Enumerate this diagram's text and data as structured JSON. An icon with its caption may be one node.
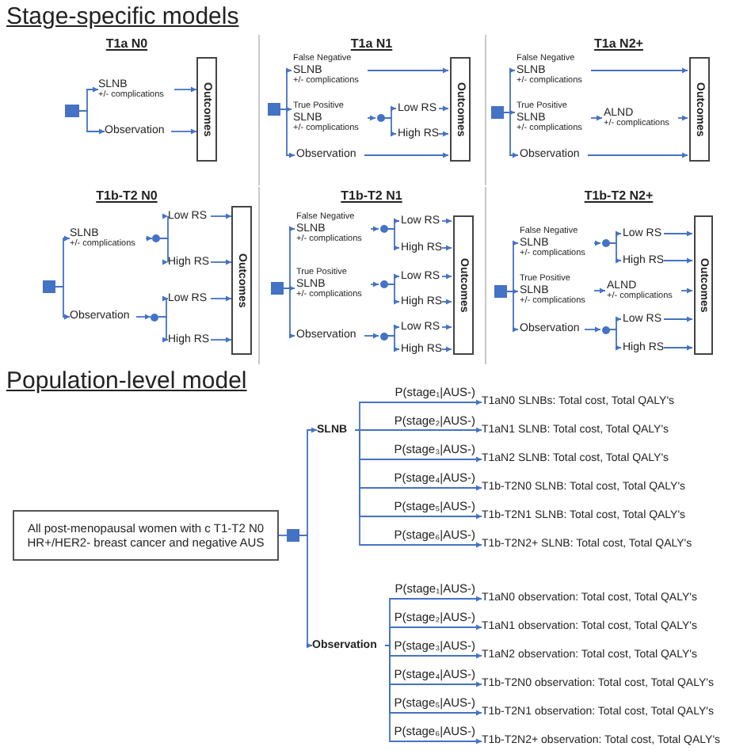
{
  "diagram": {
    "nodes": [
      {
        "text": [
          "T1a N0"
        ]
      },
      {
        "text": [],
        "shape": "box",
        "in": 0
      },
      {
        "text": [
          "SLNB",
          "+/- complications"
        ],
        "in": 0
      },
      {
        "text": [
          "Observation"
        ],
        "in": 0
      },
      {
        "text": [
          "Outcomes"
        ],
        "in": 0
      },
      {
        "text": [
          "T1a N1"
        ]
      },
      {
        "text": [],
        "shape": "box",
        "in": 5
      },
      {
        "text": [
          "False Negative",
          "SLNB",
          "+/- complications"
        ],
        "in": 5
      },
      {
        "text": [
          "True Positive",
          "SLNB",
          "+/- complications"
        ],
        "in": 5
      },
      {
        "text": [],
        "shape": "point",
        "in": 5
      },
      {
        "text": [
          "Low RS"
        ],
        "in": 5
      },
      {
        "text": [
          "High RS"
        ],
        "in": 5
      },
      {
        "text": [
          "Observation"
        ],
        "in": 5
      },
      {
        "text": [
          "Outcomes"
        ],
        "in": 5
      },
      {
        "text": [
          "T1a N2+"
        ]
      },
      {
        "text": [],
        "shape": "box",
        "in": 14
      },
      {
        "text": [
          "False Negative",
          "SLNB",
          "+/- complications"
        ],
        "in": 14
      },
      {
        "text": [
          "True Positive",
          "SLNB",
          "+/- complications"
        ],
        "in": 14
      },
      {
        "text": [
          "ALND",
          "+/- complications"
        ],
        "in": 14
      },
      {
        "text": [
          "Observation"
        ],
        "in": 14
      },
      {
        "text": [
          "Outcomes"
        ],
        "in": 14
      },
      {
        "text": [
          "T1b-T2 N0"
        ]
      },
      {
        "text": [],
        "shape": "box",
        "in": 21
      },
      {
        "text": [
          "SLNB",
          "+/- complications"
        ],
        "in": 21
      },
      {
        "text": [],
        "shape": "point",
        "in": 21
      },
      {
        "text": [
          "Low RS"
        ],
        "in": 21
      },
      {
        "text": [
          "High RS"
        ],
        "in": 21
      },
      {
        "text": [
          "Observation"
        ],
        "in": 21
      },
      {
        "text": [],
        "shape": "point",
        "in": 21
      },
      {
        "text": [
          "Low RS"
        ],
        "in": 21
      },
      {
        "text": [
          "High RS"
        ],
        "in": 21
      },
      {
        "text": [
          "Outcomes"
        ],
        "in": 21
      },
      {
        "text": [
          "T1b-T2 N1"
        ]
      },
      {
        "text": [],
        "shape": "box",
        "in": 32
      },
      {
        "text": [
          "False Negative",
          "SLNB",
          "+/- complications"
        ],
        "in": 32
      },
      {
        "text": [],
        "shape": "point",
        "in": 32
      },
      {
        "text": [
          "Low RS"
        ],
        "in": 32
      },
      {
        "text": [
          "High RS"
        ],
        "in": 32
      },
      {
        "text": [
          "True Positive",
          "SLNB",
          "+/- complications"
        ],
        "in": 32
      },
      {
        "text": [],
        "shape": "point",
        "in": 32
      },
      {
        "text": [
          "Low RS"
        ],
        "in": 32
      },
      {
        "text": [
          "High RS"
        ],
        "in": 32
      },
      {
        "text": [
          "Observation"
        ],
        "in": 32
      },
      {
        "text": [],
        "shape": "point",
        "in": 32
      },
      {
        "text": [
          "Low RS"
        ],
        "in": 32
      },
      {
        "text": [
          "High RS"
        ],
        "in": 32
      },
      {
        "text": [
          "Outcomes"
        ],
        "in": 32
      },
      {
        "text": [
          "T1b-T2 N2+"
        ]
      },
      {
        "text": [],
        "shape": "box",
        "in": 47
      },
      {
        "text": [
          "False Negative",
          "SLNB",
          "+/- complications"
        ],
        "in": 47
      },
      {
        "text": [],
        "shape": "point",
        "in": 47
      },
      {
        "text": [
          "Low RS"
        ],
        "in": 47
      },
      {
        "text": [
          "High RS"
        ],
        "in": 47
      },
      {
        "text": [
          "True Positive",
          "SLNB",
          "+/- complications"
        ],
        "in": 47
      },
      {
        "text": [
          "ALND",
          "+/- complications"
        ],
        "in": 47
      },
      {
        "text": [
          "Observation"
        ],
        "in": 47
      },
      {
        "text": [],
        "shape": "point",
        "in": 47
      },
      {
        "text": [
          "Low RS"
        ],
        "in": 47
      },
      {
        "text": [
          "High RS"
        ],
        "in": 47
      },
      {
        "text": [
          "Outcomes"
        ],
        "in": 47
      },
      {
        "text": [
          "All post-menopausal women with c T1-T2 N0 HR+/HER2- breast cancer and negative AUS"
        ]
      },
      {
        "text": [],
        "shape": "box"
      },
      {
        "text": [
          "SLNB"
        ]
      },
      {
        "text": [
          "Observation"
        ]
      },
      {
        "text": [
          "T1aN0 SLNBs: Total cost, Total QALY's"
        ]
      },
      {
        "text": [
          "T1aN1 SLNB: Total cost, Total QALY's"
        ]
      },
      {
        "text": [
          "T1aN2 SLNB: Total cost, Total QALY's"
        ]
      },
      {
        "text": [
          "T1b-T2N0 SLNB: Total cost, Total QALY's"
        ]
      },
      {
        "text": [
          "T1b-T2N1 SLNB: Total cost, Total QALY's"
        ]
      },
      {
        "text": [
          "T1b-T2N2+ SLNB: Total cost, Total QALY's"
        ]
      },
      {
        "text": [
          "T1aN0 observation: Total cost, Total QALY's"
        ]
      },
      {
        "text": [
          "T1aN1 observation: Total cost, Total QALY's"
        ]
      },
      {
        "text": [
          "T1aN2 observation: Total cost, Total QALY's"
        ]
      },
      {
        "text": [
          "T1b-T2N0 observation: Total cost, Total QALY's"
        ]
      },
      {
        "text": [
          "T1b-T2N1 observation: Total cost, Total QALY's"
        ]
      },
      {
        "text": [
          "T1b-T2N2+ observation: Total cost, Total QALY's"
        ]
      }
    ],
    "edges": [
      {
        "from": 1,
        "to": 2,
        "arrow": "to"
      },
      {
        "from": 1,
        "to": 3,
        "arrow": "to"
      },
      {
        "from": 2,
        "to": 4,
        "arrow": "to"
      },
      {
        "from": 3,
        "to": 4,
        "arrow": "to"
      },
      {
        "from": 6,
        "to": 7,
        "arrow": "to"
      },
      {
        "from": 6,
        "to": 8,
        "arrow": "to"
      },
      {
        "from": 6,
        "to": 12,
        "arrow": "to"
      },
      {
        "from": 7,
        "to": 13,
        "arrow": "to"
      },
      {
        "from": 8,
        "to": 9,
        "arrow": "to"
      },
      {
        "from": 9,
        "to": 10,
        "arrow": "to"
      },
      {
        "from": 9,
        "to": 11,
        "arrow": "to"
      },
      {
        "from": 10,
        "to": 13,
        "arrow": "to"
      },
      {
        "from": 11,
        "to": 13,
        "arrow": "to"
      },
      {
        "from": 12,
        "to": 13,
        "arrow": "to"
      },
      {
        "from": 15,
        "to": 16,
        "arrow": "to"
      },
      {
        "from": 15,
        "to": 17,
        "arrow": "to"
      },
      {
        "from": 15,
        "to": 19,
        "arrow": "to"
      },
      {
        "from": 16,
        "to": 20,
        "arrow": "to"
      },
      {
        "from": 17,
        "to": 18,
        "arrow": "to"
      },
      {
        "from": 18,
        "to": 20,
        "arrow": "to"
      },
      {
        "from": 19,
        "to": 20,
        "arrow": "to"
      },
      {
        "from": 22,
        "to": 23,
        "arrow": "to"
      },
      {
        "from": 22,
        "to": 27,
        "arrow": "to"
      },
      {
        "from": 23,
        "to": 24,
        "arrow": "to"
      },
      {
        "from": 24,
        "to": 25,
        "arrow": "to"
      },
      {
        "from": 24,
        "to": 26,
        "arrow": "to"
      },
      {
        "from": 25,
        "to": 31,
        "arrow": "to"
      },
      {
        "from": 26,
        "to": 31,
        "arrow": "to"
      },
      {
        "from": 27,
        "to": 28,
        "arrow": "to"
      },
      {
        "from": 28,
        "to": 29,
        "arrow": "to"
      },
      {
        "from": 28,
        "to": 30,
        "arrow": "to"
      },
      {
        "from": 29,
        "to": 31,
        "arrow": "to"
      },
      {
        "from": 30,
        "to": 31,
        "arrow": "to"
      },
      {
        "from": 33,
        "to": 34,
        "arrow": "to"
      },
      {
        "from": 33,
        "to": 38,
        "arrow": "to"
      },
      {
        "from": 33,
        "to": 42,
        "arrow": "to"
      },
      {
        "from": 34,
        "to": 35,
        "arrow": "to"
      },
      {
        "from": 35,
        "to": 36,
        "arrow": "to"
      },
      {
        "from": 35,
        "to": 37,
        "arrow": "to"
      },
      {
        "from": 36,
        "to": 46,
        "arrow": "to"
      },
      {
        "from": 37,
        "to": 46,
        "arrow": "to"
      },
      {
        "from": 38,
        "to": 39,
        "arrow": "to"
      },
      {
        "from": 39,
        "to": 40,
        "arrow": "to"
      },
      {
        "from": 39,
        "to": 41,
        "arrow": "to"
      },
      {
        "from": 40,
        "to": 46,
        "arrow": "to"
      },
      {
        "from": 41,
        "to": 46,
        "arrow": "to"
      },
      {
        "from": 42,
        "to": 43,
        "arrow": "to"
      },
      {
        "from": 43,
        "to": 44,
        "arrow": "to"
      },
      {
        "from": 43,
        "to": 45,
        "arrow": "to"
      },
      {
        "from": 44,
        "to": 46,
        "arrow": "to"
      },
      {
        "from": 45,
        "to": 46,
        "arrow": "to"
      },
      {
        "from": 48,
        "to": 49,
        "arrow": "to"
      },
      {
        "from": 48,
        "to": 53,
        "arrow": "to"
      },
      {
        "from": 48,
        "to": 55,
        "arrow": "to"
      },
      {
        "from": 49,
        "to": 50,
        "arrow": "to"
      },
      {
        "from": 50,
        "to": 51,
        "arrow": "to"
      },
      {
        "from": 50,
        "to": 52,
        "arrow": "to"
      },
      {
        "from": 51,
        "to": 59,
        "arrow": "to"
      },
      {
        "from": 52,
        "to": 59,
        "arrow": "to"
      },
      {
        "from": 53,
        "to": 54,
        "arrow": "to"
      },
      {
        "from": 54,
        "to": 59,
        "arrow": "to"
      },
      {
        "from": 55,
        "to": 56,
        "arrow": "to"
      },
      {
        "from": 56,
        "to": 57,
        "arrow": "to"
      },
      {
        "from": 56,
        "to": 58,
        "arrow": "to"
      },
      {
        "from": 57,
        "to": 59,
        "arrow": "to"
      },
      {
        "from": 58,
        "to": 59,
        "arrow": "to"
      },
      {
        "from": 60,
        "to": 61,
        "arrow": "none"
      },
      {
        "from": 61,
        "to": 62,
        "arrow": "to"
      },
      {
        "from": 61,
        "to": 63,
        "arrow": "to"
      },
      {
        "from": 62,
        "to": 64,
        "arrow": "to",
        "label": "P(stage₁|AUS-)"
      },
      {
        "from": 62,
        "to": 65,
        "arrow": "to",
        "label": "P(stage₂|AUS-)"
      },
      {
        "from": 62,
        "to": 66,
        "arrow": "to",
        "label": "P(stage₃|AUS-)"
      },
      {
        "from": 62,
        "to": 67,
        "arrow": "to",
        "label": "P(stage₄|AUS-)"
      },
      {
        "from": 62,
        "to": 68,
        "arrow": "to",
        "label": "P(stage₅|AUS-)"
      },
      {
        "from": 62,
        "to": 69,
        "arrow": "to",
        "label": "P(stage₆|AUS-)"
      },
      {
        "from": 63,
        "to": 70,
        "arrow": "to",
        "label": "P(stage₁|AUS-)"
      },
      {
        "from": 63,
        "to": 71,
        "arrow": "to",
        "label": "P(stage₂|AUS-)"
      },
      {
        "from": 63,
        "to": 72,
        "arrow": "to",
        "label": "P(stage₃|AUS-)"
      },
      {
        "from": 63,
        "to": 73,
        "arrow": "to",
        "label": "P(stage₄|AUS-)"
      },
      {
        "from": 63,
        "to": 74,
        "arrow": "to",
        "label": "P(stage₅|AUS-)"
      },
      {
        "from": 63,
        "to": 75,
        "arrow": "to",
        "label": "P(stage₆|AUS-)"
      }
    ],
    "labels": [
      "Stage-specific models",
      "Population-level model"
    ]
  }
}
